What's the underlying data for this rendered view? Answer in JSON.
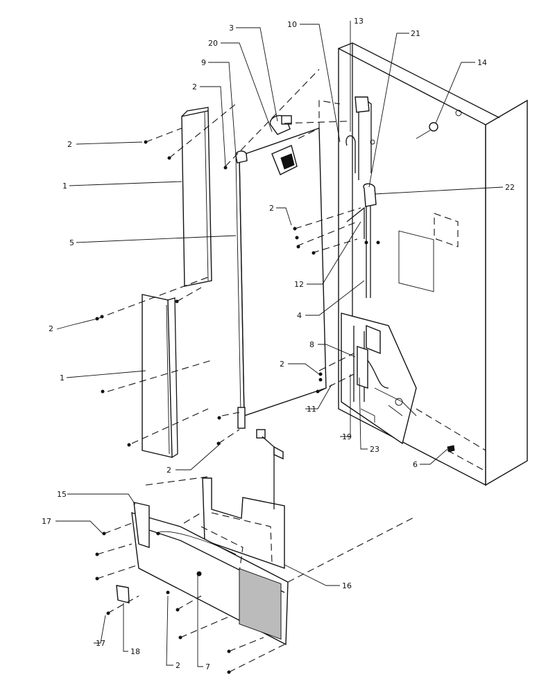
{
  "callouts": [
    {
      "id": "c-2a",
      "label": "2"
    },
    {
      "id": "c-1a",
      "label": "1"
    },
    {
      "id": "c-2b",
      "label": "2"
    },
    {
      "id": "c-5",
      "label": "5"
    },
    {
      "id": "c-2c",
      "label": "2"
    },
    {
      "id": "c-1b",
      "label": "1"
    },
    {
      "id": "c-9",
      "label": "9"
    },
    {
      "id": "c-20",
      "label": "20"
    },
    {
      "id": "c-3",
      "label": "3"
    },
    {
      "id": "c-10",
      "label": "10"
    },
    {
      "id": "c-13",
      "label": "13"
    },
    {
      "id": "c-21",
      "label": "21"
    },
    {
      "id": "c-14",
      "label": "14"
    },
    {
      "id": "c-22",
      "label": "22"
    },
    {
      "id": "c-2d",
      "label": "2"
    },
    {
      "id": "c-12",
      "label": "12"
    },
    {
      "id": "c-4",
      "label": "4"
    },
    {
      "id": "c-8",
      "label": "8"
    },
    {
      "id": "c-2e",
      "label": "2"
    },
    {
      "id": "c-11",
      "label": "11"
    },
    {
      "id": "c-19",
      "label": "19"
    },
    {
      "id": "c-23",
      "label": "23"
    },
    {
      "id": "c-6",
      "label": "6"
    },
    {
      "id": "c-2f",
      "label": "2"
    },
    {
      "id": "c-15",
      "label": "15"
    },
    {
      "id": "c-17a",
      "label": "17"
    },
    {
      "id": "c-16",
      "label": "16"
    },
    {
      "id": "c-17b",
      "label": "17"
    },
    {
      "id": "c-18",
      "label": "18"
    },
    {
      "id": "c-2g",
      "label": "2"
    },
    {
      "id": "c-7",
      "label": "7"
    }
  ]
}
